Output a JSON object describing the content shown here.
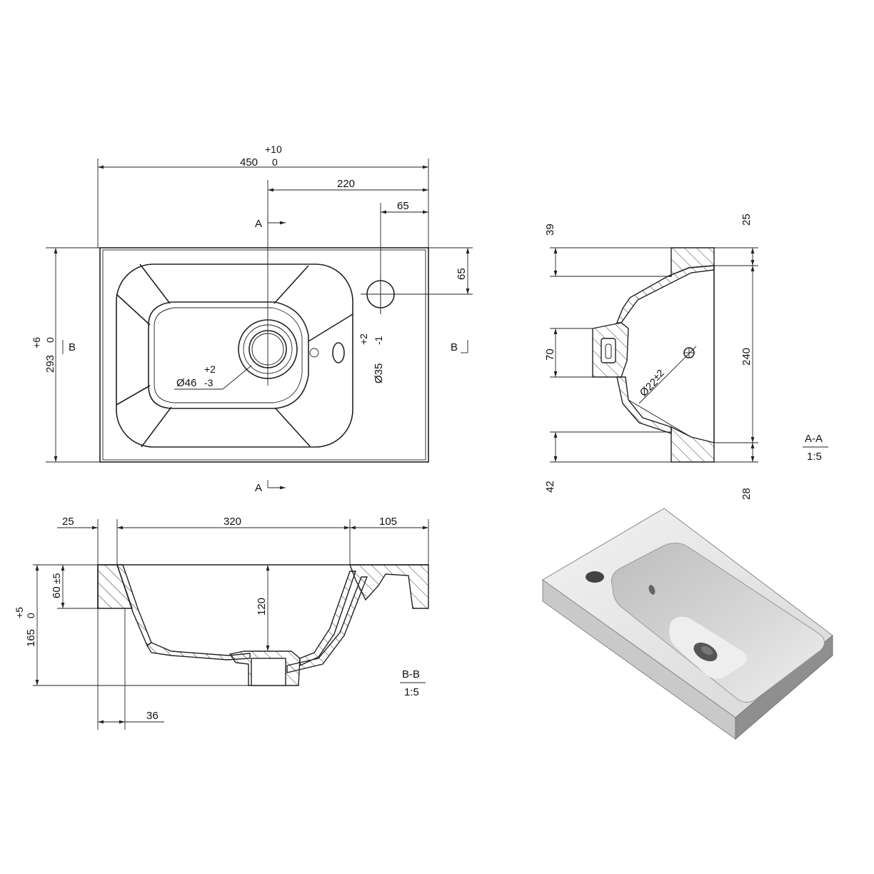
{
  "top_view": {
    "width_nominal": "450",
    "width_tol_upper": "+10",
    "width_tol_lower": "0",
    "tap_offset": "220",
    "overflow_offset": "65",
    "overflow_from_top": "65",
    "depth_nominal": "293",
    "depth_tol_upper": "+6",
    "depth_tol_lower": "0",
    "drain_dia": "Ø46",
    "drain_tol_upper": "+2",
    "drain_tol_lower": "-3",
    "tap_hole_dia": "Ø35",
    "tap_hole_tol_upper": "+2",
    "tap_hole_tol_lower": "-1",
    "section_a_label": "A",
    "section_b_label": "B"
  },
  "section_aa": {
    "title": "A-A",
    "scale": "1:5",
    "dims": {
      "top_rim": "39",
      "overflow_height": "70",
      "bottom_rim": "42",
      "right_top": "25",
      "right_height": "240",
      "right_bottom": "28",
      "overflow_dia": "Ø22",
      "overflow_tol": "±2"
    }
  },
  "section_bb": {
    "title": "B-B",
    "scale": "1:5",
    "dims": {
      "left_rim": "25",
      "basin_width": "320",
      "right_shelf": "105",
      "rim_depth": "60",
      "rim_depth_tol": "±5",
      "basin_depth": "120",
      "height_nominal": "165",
      "height_tol_upper": "+5",
      "height_tol_lower": "0",
      "wall_offset": "36"
    }
  },
  "iso_view": {
    "description_label": ""
  }
}
